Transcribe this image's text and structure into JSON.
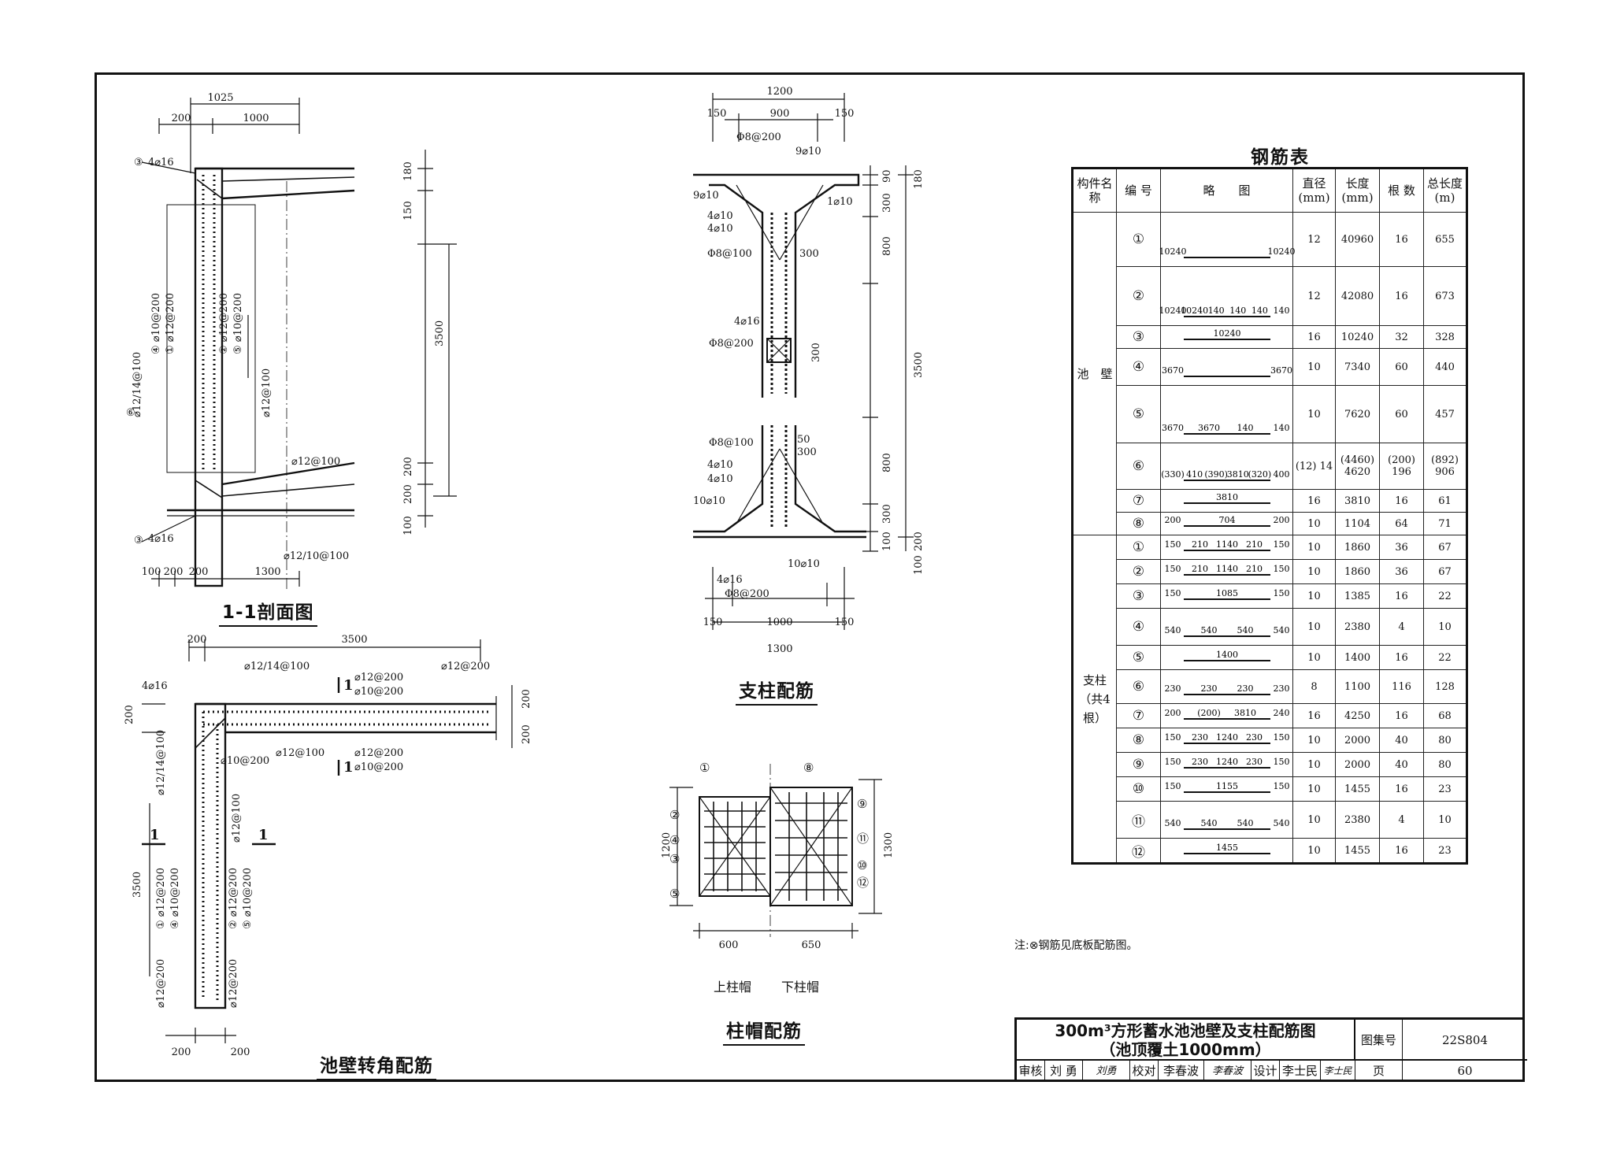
{
  "sheet": {
    "section_title": "1-1剖面图",
    "corner_title": "池壁转角配筋",
    "column_title": "支柱配筋",
    "capital_title": "柱帽配筋",
    "upper_capital": "上柱帽",
    "lower_capital": "下柱帽",
    "note": "注:⊗钢筋见底板配筋图。"
  },
  "section_dims": {
    "d1025": "1025",
    "d200": "200",
    "d1000": "1000",
    "d180": "180",
    "d150": "150",
    "d3500": "3500",
    "d200b": "200",
    "d200c": "200",
    "d100": "100",
    "b100": "100",
    "b200a": "200",
    "b200b": "200",
    "b1300": "1300",
    "r3": "③",
    "r3b": "③",
    "r6": "⑥",
    "t4d16": "4⌀16",
    "t4d16b": "4⌀16",
    "v4": "④ ⌀10@200",
    "v1": "① ⌀12@200",
    "v2": "② ⌀12@200",
    "v5": "⑤ ⌀10@200",
    "v6": "⌀12/14@100",
    "v12": "⌀12@100",
    "v12b": "⌀12@100",
    "v1210": "⌀12/10@100"
  },
  "corner_dims": {
    "d200": "200",
    "d3500": "3500",
    "d3500v": "3500",
    "d200r": "200",
    "d200rb": "200",
    "d200l": "200",
    "b200a": "200",
    "b200b": "200",
    "cut1": "1",
    "cut1b": "1",
    "cut1c": "1",
    "cut1d": "1",
    "l4d16": "4⌀16",
    "l1214": "⌀12/14@100",
    "la1": "⌀12@200",
    "la4": "⌀10@200",
    "lb1": "⌀12@200",
    "lb2": "⌀12@200",
    "lb5": "⌀10@200",
    "l8": "⌀12@100",
    "l10": "⌀10@200",
    "lv6": "⌀12/14@100",
    "lv12": "⌀12@100",
    "lv1": "① ⌀12@200",
    "lv4": "④ ⌀10@200",
    "lv2": "② ⌀12@200",
    "lv5": "⑤ ⌀10@200",
    "lv1b": "⌀12@200",
    "lv2b": "⌀12@200"
  },
  "column_dims": {
    "d1200": "1200",
    "d150": "150",
    "d900": "900",
    "d150b": "150",
    "l8a": "Φ8@200",
    "l2": "9⌀10",
    "l1": "9⌀10",
    "l4": "4⌀10",
    "l5": "4⌀10",
    "l6": "Φ8@100",
    "l300": "300",
    "l7": "4⌀16",
    "l6b": "Φ8@200",
    "l300b": "300",
    "l50": "50",
    "l300c": "300",
    "l6c": "Φ8@100",
    "l10": "4⌀10",
    "l12": "4⌀10",
    "l8b": "10⌀10",
    "l9": "10⌀10",
    "l7b": "4⌀16",
    "l6d": "Φ8@200",
    "b150": "150",
    "b1000": "1000",
    "b150b": "150",
    "b1300": "1300",
    "r90": "90",
    "r180": "180",
    "r300": "300",
    "r800": "800",
    "r3500": "3500",
    "r800b": "800",
    "r300b": "300",
    "r100": "100",
    "r200": "200",
    "r100b": "100",
    "r1": "1⌀10"
  },
  "capital_dims": {
    "d1200": "1200",
    "d1300": "1300",
    "d600": "600",
    "d650": "650"
  },
  "rebar_table": {
    "title": "钢筋表",
    "headers": {
      "member": "构件名称",
      "no": "编 号",
      "sketch": "略　　图",
      "dia": "直径(mm)",
      "len": "长度(mm)",
      "count": "根 数",
      "total": "总长度(m)"
    },
    "group_wall": "池　壁",
    "group_column": "支柱（共4根）",
    "wall_rows": [
      {
        "no": "①",
        "sketch": [
          "10240",
          "10240"
        ],
        "dia": "12",
        "len": "40960",
        "count": "16",
        "total": "655"
      },
      {
        "no": "②",
        "sketch": [
          "10240",
          "10240",
          "140",
          "140",
          "140",
          "140"
        ],
        "dia": "12",
        "len": "42080",
        "count": "16",
        "total": "673"
      },
      {
        "no": "③",
        "sketch": [
          "10240"
        ],
        "dia": "16",
        "len": "10240",
        "count": "32",
        "total": "328"
      },
      {
        "no": "④",
        "sketch": [
          "3670",
          "3670"
        ],
        "dia": "10",
        "len": "7340",
        "count": "60",
        "total": "440"
      },
      {
        "no": "⑤",
        "sketch": [
          "3670",
          "3670",
          "140",
          "140"
        ],
        "dia": "10",
        "len": "7620",
        "count": "60",
        "total": "457"
      },
      {
        "no": "⑥",
        "sketch": [
          "(330)",
          "410",
          "(390)",
          "3810",
          "(320)",
          "400"
        ],
        "dia": "(12) 14",
        "len": "(4460) 4620",
        "count": "(200) 196",
        "total": "(892) 906"
      },
      {
        "no": "⑦",
        "sketch": [
          "3810"
        ],
        "dia": "16",
        "len": "3810",
        "count": "16",
        "total": "61"
      },
      {
        "no": "⑧",
        "sketch": [
          "200",
          "704",
          "200"
        ],
        "dia": "10",
        "len": "1104",
        "count": "64",
        "total": "71"
      }
    ],
    "column_rows": [
      {
        "no": "①",
        "sketch": [
          "150",
          "210",
          "1140",
          "210",
          "150"
        ],
        "dia": "10",
        "len": "1860",
        "count": "36",
        "total": "67"
      },
      {
        "no": "②",
        "sketch": [
          "150",
          "210",
          "1140",
          "210",
          "150"
        ],
        "dia": "10",
        "len": "1860",
        "count": "36",
        "total": "67"
      },
      {
        "no": "③",
        "sketch": [
          "150",
          "1085",
          "150"
        ],
        "dia": "10",
        "len": "1385",
        "count": "16",
        "total": "22"
      },
      {
        "no": "④",
        "sketch": [
          "540",
          "540",
          "540",
          "540"
        ],
        "dia": "10",
        "len": "2380",
        "count": "4",
        "total": "10"
      },
      {
        "no": "⑤",
        "sketch": [
          "1400"
        ],
        "dia": "10",
        "len": "1400",
        "count": "16",
        "total": "22"
      },
      {
        "no": "⑥",
        "sketch": [
          "230",
          "230",
          "230",
          "230"
        ],
        "dia": "8",
        "len": "1100",
        "count": "116",
        "total": "128"
      },
      {
        "no": "⑦",
        "sketch": [
          "200",
          "(200)",
          "3810",
          "240"
        ],
        "dia": "16",
        "len": "4250",
        "count": "16",
        "total": "68"
      },
      {
        "no": "⑧",
        "sketch": [
          "150",
          "230",
          "1240",
          "230",
          "150"
        ],
        "dia": "10",
        "len": "2000",
        "count": "40",
        "total": "80"
      },
      {
        "no": "⑨",
        "sketch": [
          "150",
          "230",
          "1240",
          "230",
          "150"
        ],
        "dia": "10",
        "len": "2000",
        "count": "40",
        "total": "80"
      },
      {
        "no": "⑩",
        "sketch": [
          "150",
          "1155",
          "150"
        ],
        "dia": "10",
        "len": "1455",
        "count": "16",
        "total": "23"
      },
      {
        "no": "⑪",
        "sketch": [
          "540",
          "540",
          "540",
          "540"
        ],
        "dia": "10",
        "len": "2380",
        "count": "4",
        "total": "10"
      },
      {
        "no": "⑫",
        "sketch": [
          "1455"
        ],
        "dia": "10",
        "len": "1455",
        "count": "16",
        "total": "23"
      }
    ]
  },
  "title_block": {
    "title_line1": "300m³方形蓄水池池壁及支柱配筋图",
    "title_line2": "（池顶覆土1000mm）",
    "atlas_label": "图集号",
    "atlas_no": "22S804",
    "page_label": "页",
    "page_no": "60",
    "review_label": "审核",
    "reviewer": "刘 勇",
    "review_sign": "刘勇",
    "check_label": "校对",
    "checker": "李春波",
    "check_sign": "李春波",
    "design_label": "设计",
    "designer": "李士民",
    "design_sign": "李士民"
  }
}
